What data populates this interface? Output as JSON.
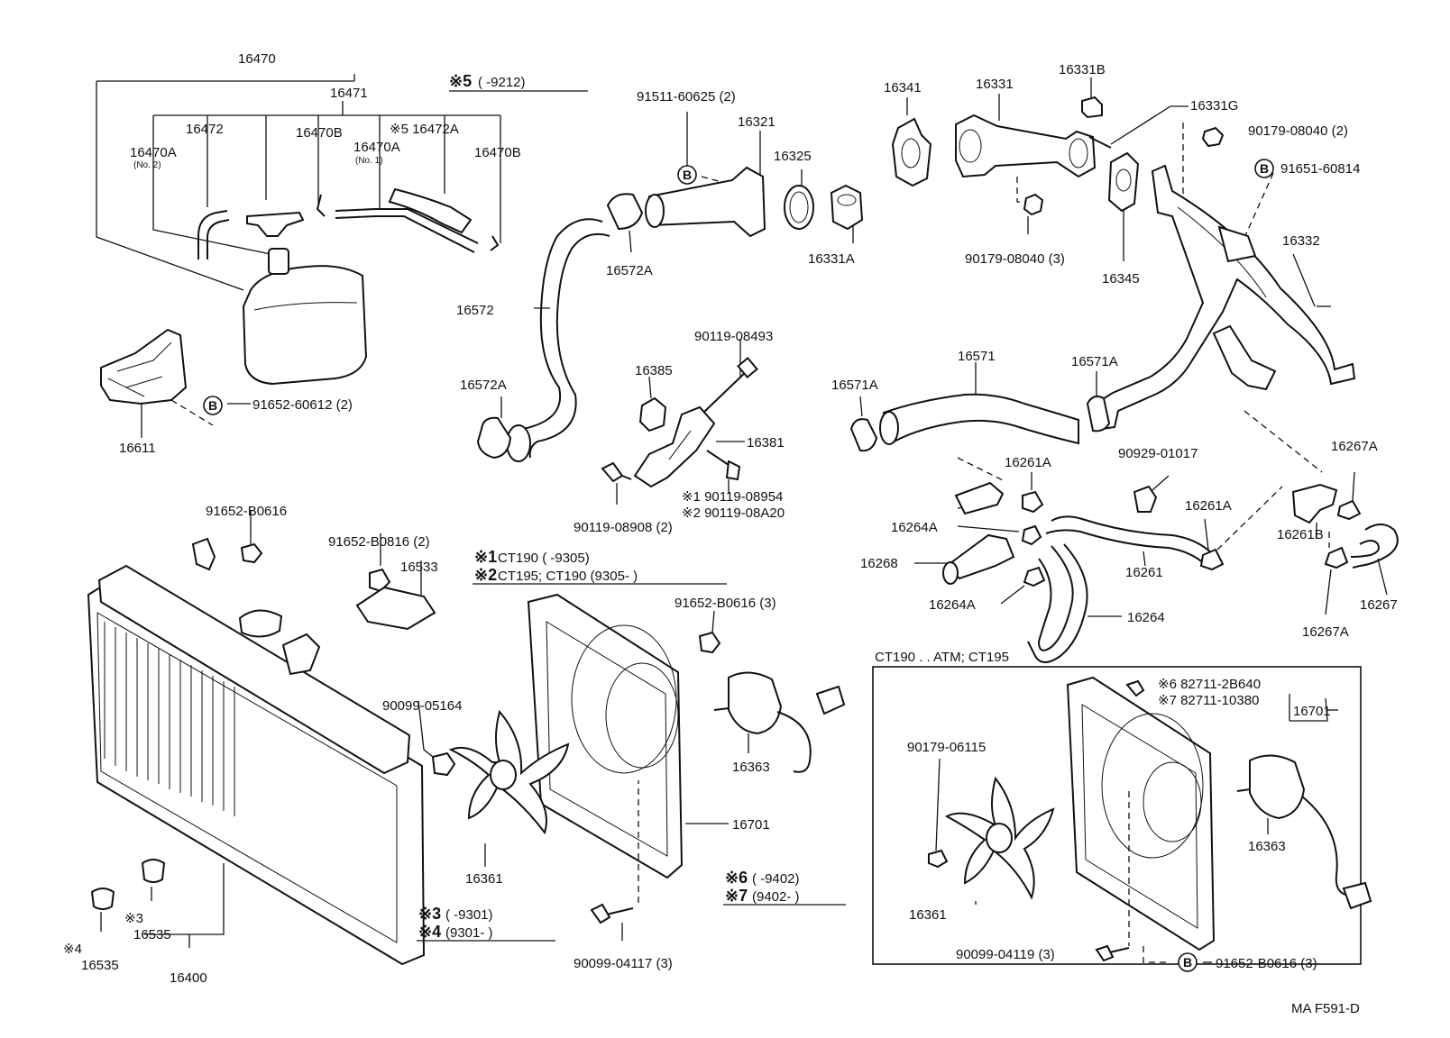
{
  "labels": {
    "p16470": "16470",
    "p16471": "16471",
    "p16472": "16472",
    "p16470B_1": "16470B",
    "p16470A_no2": "16470A",
    "no2": "(No. 2)",
    "p16470A_no1": "16470A",
    "no1": "(No. 1)",
    "p16472A": "※5 16472A",
    "p16470B_2": "16470B",
    "n5": "※5",
    "n5_range": "(        -9212)",
    "p91511": "91511-60625 (2)",
    "p16321": "16321",
    "p16325": "16325",
    "p16331A": "16331A",
    "p16572A_top": "16572A",
    "p16572": "16572",
    "p16572A_bot": "16572A",
    "p16341": "16341",
    "p16331": "16331",
    "p16331B": "16331B",
    "p16331G": "16331G",
    "p90179_08040_2": "90179-08040 (2)",
    "p91651": "91651-60814",
    "p90179_08040_3": "90179-08040 (3)",
    "p16345": "16345",
    "p16332": "16332",
    "p90119_08493": "90119-08493",
    "p16385": "16385",
    "p16381": "16381",
    "n1_bolt": "※1 90119-08954",
    "n2_bolt": "※2 90119-08A20",
    "p90119_08908": "90119-08908 (2)",
    "p16611": "16611",
    "p91652_60612": "91652-60612 (2)",
    "p16571A_l": "16571A",
    "p16571": "16571",
    "p16571A_r": "16571A",
    "p16261A_1": "16261A",
    "p90929": "90929-01017",
    "p16267A_t": "16267A",
    "p16264A_1": "16264A",
    "p16261A_2": "16261A",
    "p16261B": "16261B",
    "p16268": "16268",
    "p16261": "16261",
    "p16267": "16267",
    "p16264A_2": "16264A",
    "p16264": "16264",
    "p16267A_b": "16267A",
    "p91652_B0616": "91652-B0616",
    "p91652_B0816": "91652-B0816 (2)",
    "p16533": "16533",
    "n1_note": "※1",
    "n1_text": "CT190 (        -9305)",
    "n2_note": "※2",
    "n2_text": "CT195; CT190 (9305-        )",
    "p91652_B0616_3": "91652-B0616 (3)",
    "p90099_05164": "90099-05164",
    "p16363": "16363",
    "p16701": "16701",
    "p16361": "16361",
    "n6": "※6",
    "n6_range": "(       -9402)",
    "n7": "※7",
    "n7_range": "(9402-       )",
    "n3": "※3",
    "n3_range": "(       -9301)",
    "n4": "※4",
    "n4_range": "(9301-       )",
    "p90099_04117": "90099-04117 (3)",
    "p16535_3": "※3",
    "p16535_a": "16535",
    "p16535_4": "※4",
    "p16535_b": "16535",
    "p16400": "16400",
    "box_title": "CT190 . . ATM; CT195",
    "box_n6": "※6 82711-2B640",
    "box_n7": "※7 82711-10380",
    "box_16701": "16701",
    "box_90179": "90179-06115",
    "box_16363": "16363",
    "box_16361": "16361",
    "box_90099": "90099-04119 (3)",
    "box_91652": "91652-B0616 (3)",
    "footer": "MA F591-D",
    "b": "B"
  }
}
